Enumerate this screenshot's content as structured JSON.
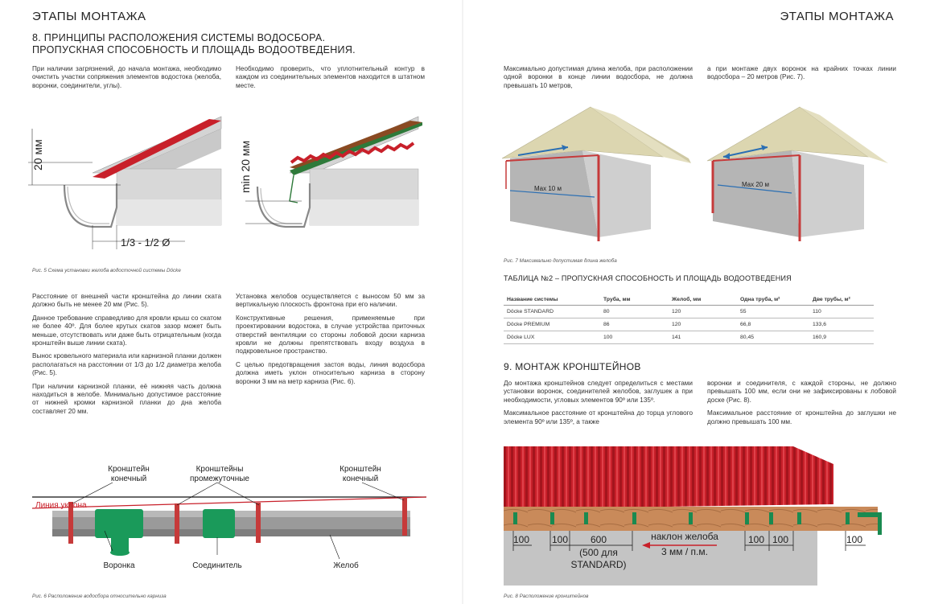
{
  "left": {
    "header": "ЭТАПЫ МОНТАЖА",
    "section_title_1": "8. ПРИНЦИПЫ РАСПОЛОЖЕНИЯ СИСТЕМЫ ВОДОСБОРА.",
    "section_title_2": "ПРОПУСКНАЯ СПОСОБНОСТЬ И ПЛОЩАДЬ ВОДООТВЕДЕНИЯ.",
    "intro_col1": "При наличии загрязнений, до начала монтажа, необходимо очистить участки сопряжения элементов водостока (желоба, воронки, соединители, углы).",
    "intro_col2": "Необходимо проверить, что уплотнительный контур в каждом из соединительных элементов находится в штатном месте.",
    "fig5": {
      "label_20mm": "20 мм",
      "label_min20mm": "min 20 мм",
      "label_ratio": "1/3 - 1/2 Ø",
      "caption": "Рис. 5 Схема установки желоба водосточной системы Döcke"
    },
    "body_col1": [
      "Расстояние от внешней части кронштейна до линии ската должно быть не менее 20 мм (Рис. 5).",
      "Данное требование справедливо для кровли крыш со скатом не более 40º. Для более крутых скатов зазор может быть меньше, отсутствовать или даже быть отрицательным (когда кронштейн выше линии ската).",
      "Вынос кровельного материала или карнизной планки должен располагаться на расстоянии от 1/3 до 1/2 диаметра желоба (Рис. 5).",
      "При наличии карнизной планки, её нижняя часть должна находиться в желобе. Минимально допустимое расстояние от нижней кромки карнизной планки до дна желоба составляет 20 мм."
    ],
    "body_col2": [
      "Установка желобов осуществляется с выносом 50 мм за вертикальную плоскость фронтона при его наличии.",
      "Конструктивные решения, применяемые при проектировании водостока, в случае устройства приточных отверстий вентиляции со стороны лобовой доски карниза кровли не должны препятствовать входу воздуха в подкровельное пространство.",
      "С целью предотвращения застоя воды, линия водосбора должна иметь уклон относительно карниза в сторону воронки 3 мм на метр карниза (Рис. 6)."
    ],
    "fig6": {
      "label_end_bracket_left": [
        "Кронштейн",
        "конечный"
      ],
      "label_mid_brackets": [
        "Кронштейны",
        "промежуточные"
      ],
      "label_end_bracket_right": [
        "Кронштейн",
        "конечный"
      ],
      "label_slope_line": "Линия уклона",
      "label_funnel": "Воронка",
      "label_connector": "Соединитель",
      "label_gutter": "Желоб",
      "caption": "Рис. 6 Расположение водосбора относительно карниза"
    }
  },
  "right": {
    "header": "ЭТАПЫ МОНТАЖА",
    "intro_col1": "Максимально допустимая длина желоба, при расположении одной воронки в конце линии водосбора, не должна превышать 10 метров,",
    "intro_col2": "а при монтаже двух воронок на крайних точках линии водосбора – 20 метров (Рис. 7).",
    "fig7": {
      "label_max10": "Max 10 м",
      "label_max20": "Max 20 м",
      "caption": "Рис. 7 Максимально допустимая длина желоба"
    },
    "table_title": "ТАБЛИЦА №2 – ПРОПУСКНАЯ СПОСОБНОСТЬ И ПЛОЩАДЬ ВОДООТВЕДЕНИЯ",
    "table": {
      "headers": [
        "Название системы",
        "Труба, мм",
        "Желоб, мм",
        "Одна труба, м²",
        "Две трубы, м²"
      ],
      "rows": [
        [
          "Döcke STANDARD",
          "80",
          "120",
          "55",
          "110"
        ],
        [
          "Döcke PREMIUM",
          "86",
          "120",
          "66,8",
          "133,6"
        ],
        [
          "Döcke LUX",
          "100",
          "141",
          "80,45",
          "160,9"
        ]
      ]
    },
    "section9_title": "9. МОНТАЖ КРОНШТЕЙНОВ",
    "sec9_col1": [
      "До монтажа кронштейнов следует определиться с местами установки воронок, соединителей желобов, заглушек а при необходимости, угловых элементов 90º или 135º.",
      "Максимальное расстояние от кронштейна до торца углового элемента 90º или 135º, а также"
    ],
    "sec9_col2": [
      "воронки и соединителя, с каждой стороны, не должно превышать 100 мм, если они не зафиксированы к лобовой доске (Рис. 8).",
      "Максимальное расстояние от кронштейна до заглушки не должно превышать 100 мм."
    ],
    "fig8": {
      "dims_100": [
        "100",
        "100",
        "100",
        "100",
        "100"
      ],
      "label_600": "600",
      "label_500_1": "(500 для",
      "label_500_2": "STANDARD)",
      "label_slope_1": "наклон желоба",
      "label_slope_2": "3 мм / п.м.",
      "caption": "Рис. 8 Расположение кронштейнов"
    }
  },
  "colors": {
    "roof_red": "#c8202a",
    "gutter_green": "#1a9a5a",
    "bracket_red": "#c63a3a",
    "wall_grey": "#d9d9d9",
    "roof_beige": "#dcd6b0",
    "arrow_blue": "#2b6fb3"
  }
}
